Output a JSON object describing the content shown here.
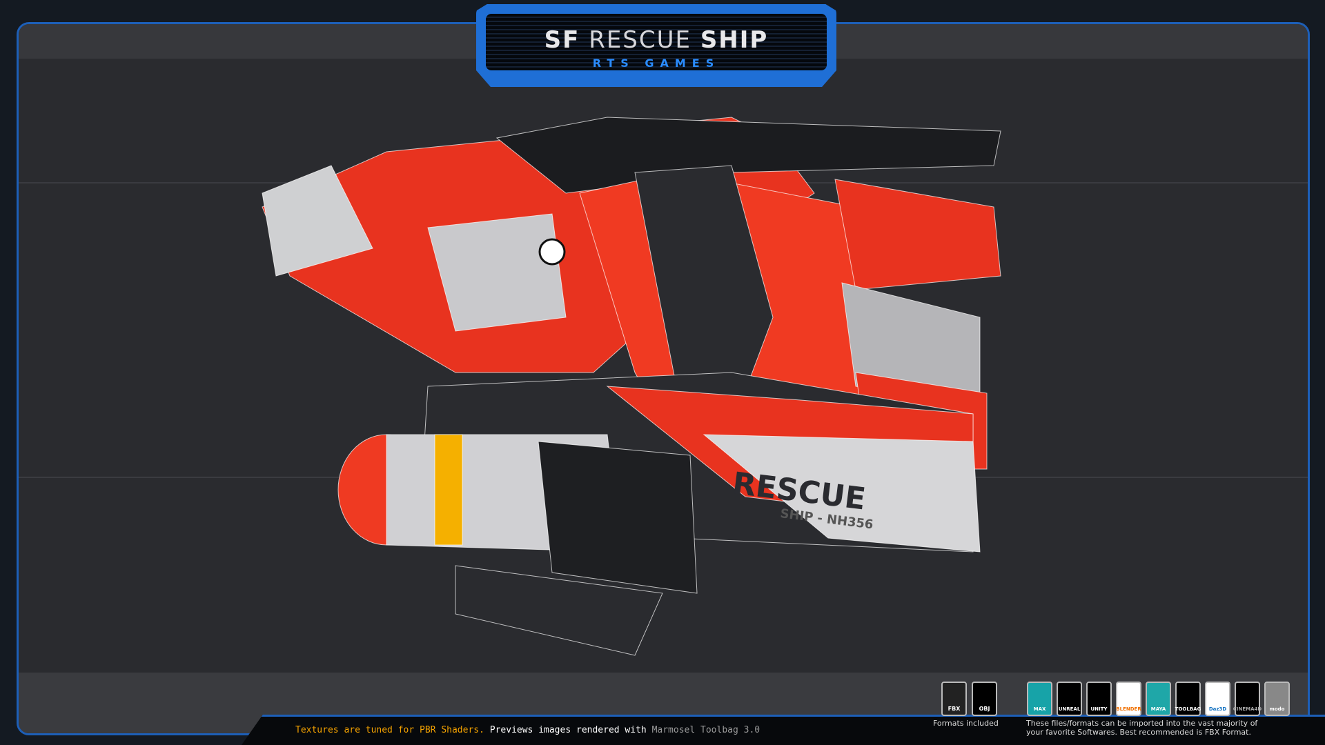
{
  "header": {
    "title_part1": "SF",
    "title_part2": "RESCUE",
    "title_part3": "SHIP",
    "subtitle": "RTS GAMES"
  },
  "ship_decal": {
    "name": "RESCUE",
    "id": "SHIP - NH356"
  },
  "formats": {
    "items": [
      "FBX",
      "OBJ"
    ],
    "caption": "Formats included"
  },
  "software": {
    "items": [
      {
        "label": "MAX",
        "bg": "#17a3a8",
        "fg": "#fff"
      },
      {
        "label": "UNREAL",
        "bg": "#000",
        "fg": "#fff"
      },
      {
        "label": "UNITY",
        "bg": "#000",
        "fg": "#fff"
      },
      {
        "label": "BLENDER",
        "bg": "#fff",
        "fg": "#f07000"
      },
      {
        "label": "MAYA",
        "bg": "#1fa7a8",
        "fg": "#fff"
      },
      {
        "label": "TOOLBAG",
        "bg": "#000",
        "fg": "#fff"
      },
      {
        "label": "Daz3D",
        "bg": "#fff",
        "fg": "#1070c0"
      },
      {
        "label": "CINEMA4D",
        "bg": "#000",
        "fg": "#aaa"
      },
      {
        "label": "modo",
        "bg": "#888",
        "fg": "#fff"
      }
    ],
    "caption_line1": "These files/formats can be imported into the vast majority of",
    "caption_line2": "your favorite Softwares. Best recommended is FBX Format."
  },
  "footer": {
    "part1": "Textures are tuned for PBR Shaders.",
    "part2": " Previews images rendered with ",
    "part3": "Marmosel Toolbag 3.0"
  }
}
